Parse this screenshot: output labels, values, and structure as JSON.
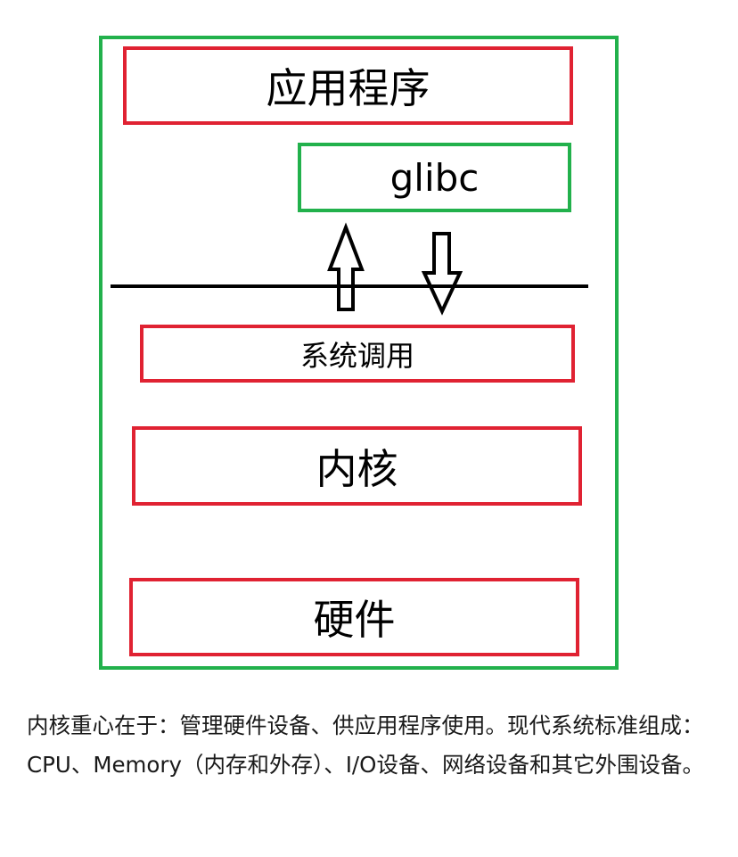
{
  "diagram": {
    "layers": {
      "application": "应用程序",
      "glibc": "glibc",
      "system_call": "系统调用",
      "kernel": "内核",
      "hardware": "硬件"
    },
    "arrows": [
      "up-arrow",
      "down-arrow"
    ],
    "colors": {
      "frame": "#22b14c",
      "layer_border_red": "#e02232",
      "layer_border_green": "#22b14c",
      "boundary_line": "#000000"
    }
  },
  "caption": {
    "text": "内核重心在于：管理硬件设备、供应用程序使用。现代系统标准组成：CPU、Memory（内存和外存）、I/O设备、网络设备和其它外围设备。"
  }
}
